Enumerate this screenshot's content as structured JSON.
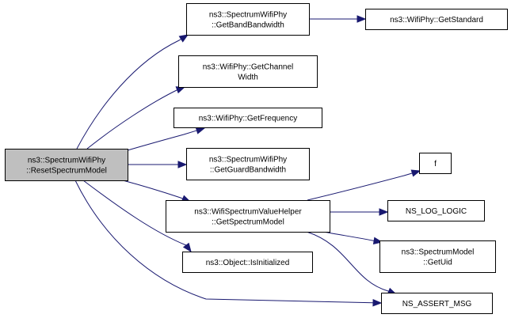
{
  "diagram": {
    "type": "call-graph",
    "colors": {
      "edge": "#191970",
      "root_fill": "#bfbfbf",
      "node_fill": "#ffffff",
      "border": "#000000"
    },
    "nodes": [
      {
        "id": "root",
        "lines": [
          "ns3::SpectrumWifiPhy",
          "::ResetSpectrumModel"
        ],
        "root": true
      },
      {
        "id": "getBandBandwidth",
        "lines": [
          "ns3::SpectrumWifiPhy",
          "::GetBandBandwidth"
        ]
      },
      {
        "id": "getChannelWidth",
        "lines": [
          "ns3::WifiPhy::GetChannel",
          "Width"
        ]
      },
      {
        "id": "getFrequency",
        "lines": [
          "ns3::WifiPhy::GetFrequency"
        ]
      },
      {
        "id": "getGuardBandwidth",
        "lines": [
          "ns3::SpectrumWifiPhy",
          "::GetGuardBandwidth"
        ]
      },
      {
        "id": "getSpectrumModel",
        "lines": [
          "ns3::WifiSpectrumValueHelper",
          "::GetSpectrumModel"
        ]
      },
      {
        "id": "isInitialized",
        "lines": [
          "ns3::Object::IsInitialized"
        ]
      },
      {
        "id": "getStandard",
        "lines": [
          "ns3::WifiPhy::GetStandard"
        ]
      },
      {
        "id": "f",
        "lines": [
          "f"
        ]
      },
      {
        "id": "nsLogLogic",
        "lines": [
          "NS_LOG_LOGIC"
        ]
      },
      {
        "id": "getUid",
        "lines": [
          "ns3::SpectrumModel",
          "::GetUid"
        ]
      },
      {
        "id": "nsAssertMsg",
        "lines": [
          "NS_ASSERT_MSG"
        ]
      }
    ],
    "edges": [
      {
        "from": "root",
        "to": "getBandBandwidth"
      },
      {
        "from": "root",
        "to": "getChannelWidth"
      },
      {
        "from": "root",
        "to": "getFrequency"
      },
      {
        "from": "root",
        "to": "getGuardBandwidth"
      },
      {
        "from": "root",
        "to": "getSpectrumModel"
      },
      {
        "from": "root",
        "to": "isInitialized"
      },
      {
        "from": "root",
        "to": "nsAssertMsg"
      },
      {
        "from": "getBandBandwidth",
        "to": "getStandard"
      },
      {
        "from": "getSpectrumModel",
        "to": "f"
      },
      {
        "from": "getSpectrumModel",
        "to": "nsLogLogic"
      },
      {
        "from": "getSpectrumModel",
        "to": "getUid"
      },
      {
        "from": "getSpectrumModel",
        "to": "nsAssertMsg"
      }
    ]
  }
}
